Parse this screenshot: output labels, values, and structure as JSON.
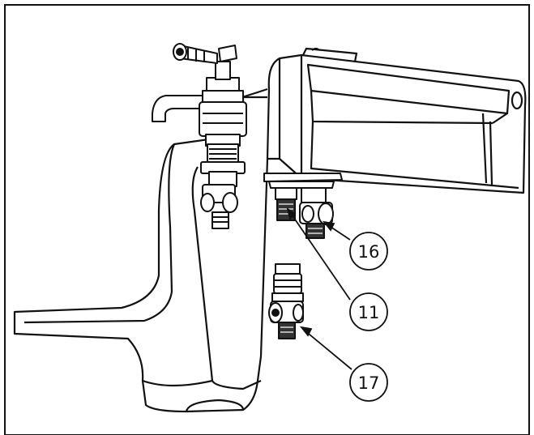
{
  "figure": {
    "callouts": [
      {
        "label": "16"
      },
      {
        "label": "11"
      },
      {
        "label": "17"
      }
    ]
  },
  "colors": {
    "line": "#111111",
    "background": "#ffffff"
  }
}
